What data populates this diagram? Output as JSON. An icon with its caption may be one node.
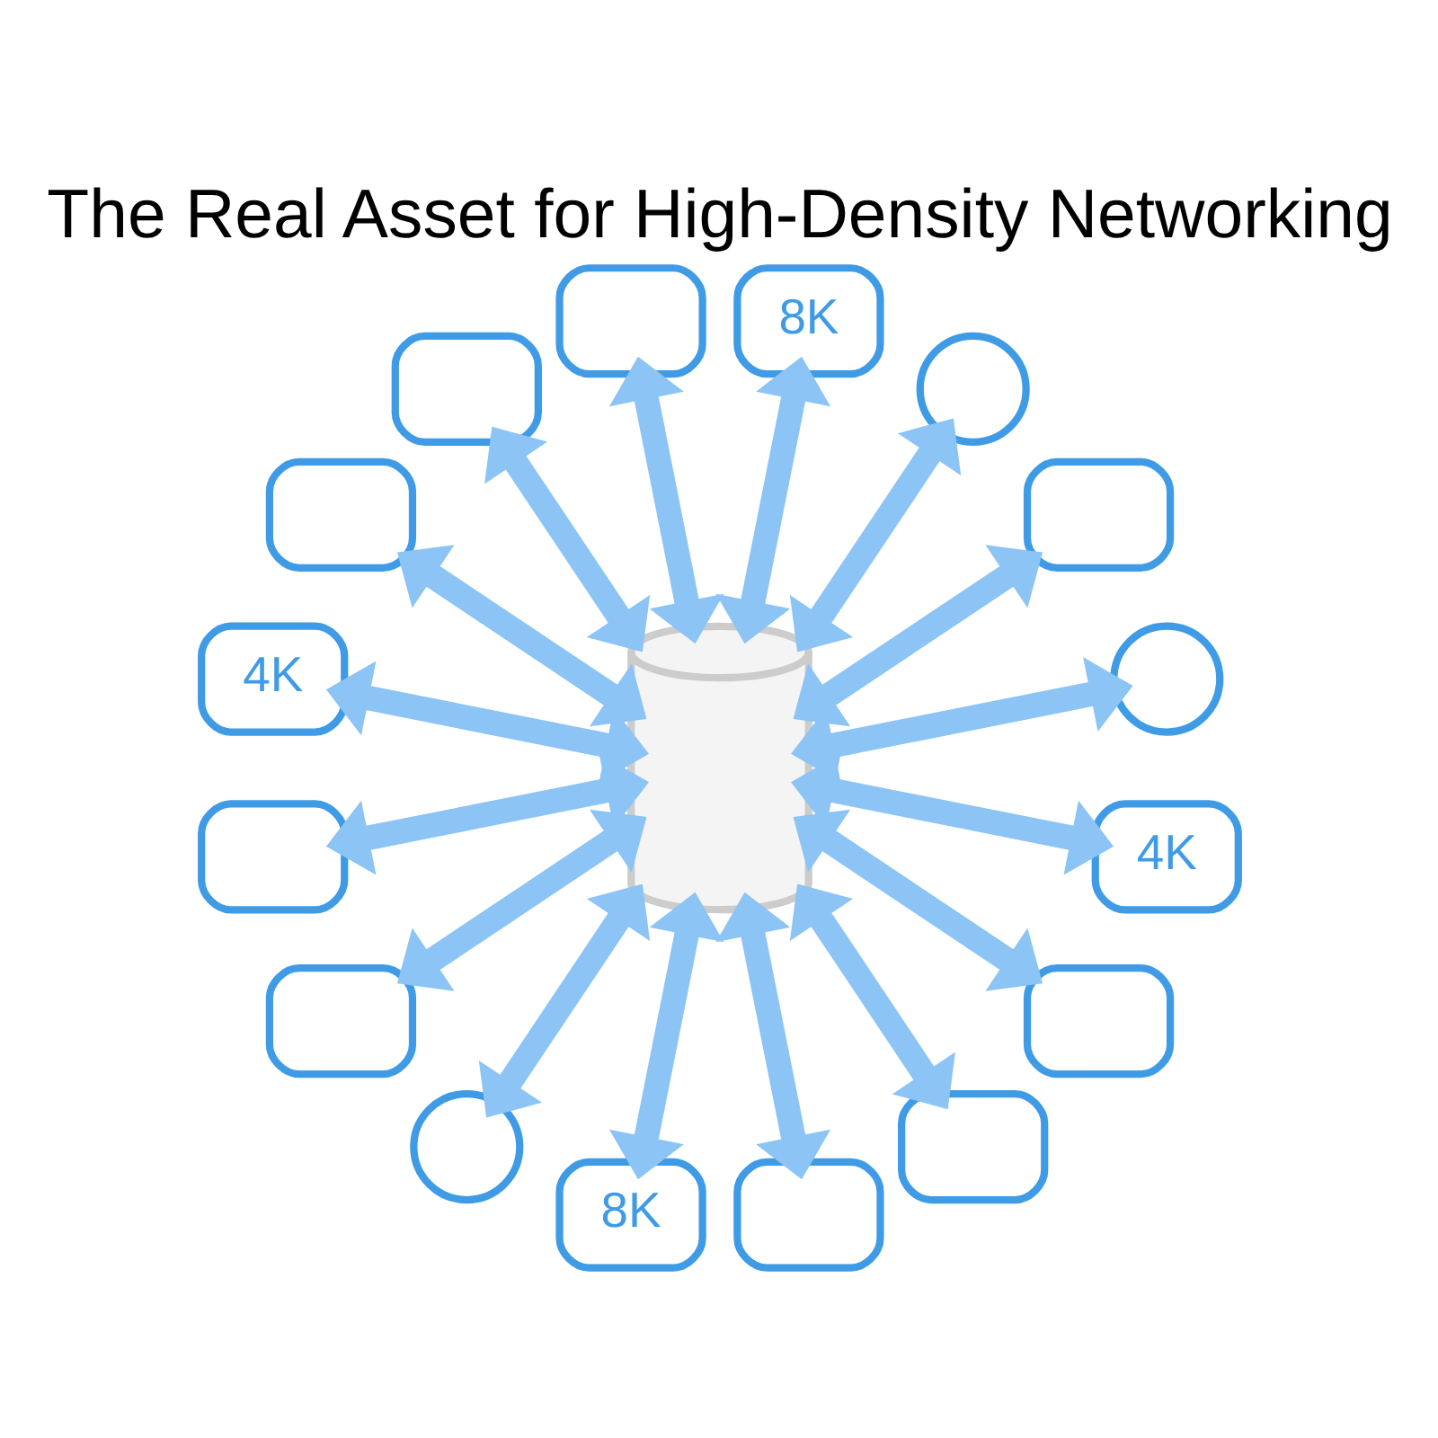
{
  "diagram": {
    "title": "The Real Asset for High-Density Networking",
    "nodes": [
      {
        "text": [],
        "shape": "cylinder"
      },
      {
        "text": [],
        "shape": "circle"
      },
      {
        "text": [],
        "shape": "box"
      },
      {
        "text": [],
        "shape": "circle"
      },
      {
        "text": [
          "8K"
        ]
      },
      {
        "text": [],
        "shape": "box"
      },
      {
        "text": [],
        "shape": "box"
      },
      {
        "text": [],
        "shape": "box"
      },
      {
        "text": [
          "4K"
        ]
      },
      {
        "text": [],
        "shape": "box"
      },
      {
        "text": [],
        "shape": "box"
      },
      {
        "text": [],
        "shape": "circle"
      },
      {
        "text": [
          "8K"
        ]
      },
      {
        "text": [],
        "shape": "box"
      },
      {
        "text": [],
        "shape": "box"
      },
      {
        "text": [],
        "shape": "box"
      },
      {
        "text": [
          "4K"
        ]
      }
    ],
    "edges": [
      {
        "from": 0,
        "to": 1,
        "arrow": "both"
      },
      {
        "from": 0,
        "to": 2,
        "arrow": "both"
      },
      {
        "from": 0,
        "to": 3,
        "arrow": "both"
      },
      {
        "from": 0,
        "to": 4,
        "arrow": "both"
      },
      {
        "from": 0,
        "to": 5,
        "arrow": "both"
      },
      {
        "from": 0,
        "to": 6,
        "arrow": "both"
      },
      {
        "from": 0,
        "to": 7,
        "arrow": "both"
      },
      {
        "from": 0,
        "to": 8,
        "arrow": "both"
      },
      {
        "from": 0,
        "to": 9,
        "arrow": "both"
      },
      {
        "from": 0,
        "to": 10,
        "arrow": "both"
      },
      {
        "from": 0,
        "to": 11,
        "arrow": "both"
      },
      {
        "from": 0,
        "to": 12,
        "arrow": "both"
      },
      {
        "from": 0,
        "to": 13,
        "arrow": "both"
      },
      {
        "from": 0,
        "to": 14,
        "arrow": "both"
      },
      {
        "from": 0,
        "to": 15,
        "arrow": "both"
      },
      {
        "from": 0,
        "to": 16,
        "arrow": "both"
      }
    ]
  }
}
